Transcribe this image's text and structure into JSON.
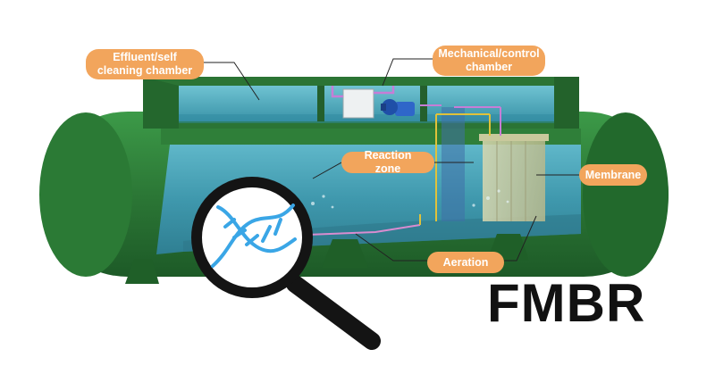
{
  "labels": {
    "effluent": "Effluent/self\ncleaning chamber",
    "mechanical": "Mechanical/control\nchamber",
    "reaction": "Reaction zone",
    "membrane": "Membrane",
    "aeration": "Aeration"
  },
  "title": "FMBR",
  "colors": {
    "tank_green": "#2f7d3a",
    "label_orange": "#f2a55c",
    "water": "#3e9bb0",
    "pipe_purple": "#c77dd6",
    "pipe_yellow": "#e0c23a",
    "dna_blue": "#3aa6e6"
  },
  "icons": [
    "magnifier-icon",
    "dna-icon",
    "pump-icon"
  ]
}
